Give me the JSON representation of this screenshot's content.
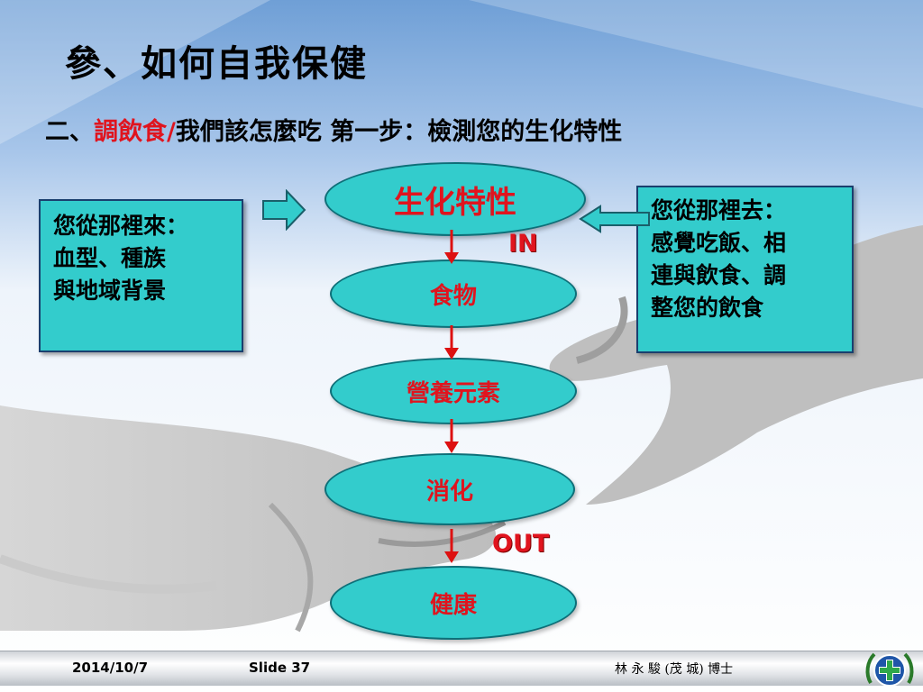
{
  "slide": {
    "title": "參、如何自我保健",
    "subtitle": {
      "prefix": "二、",
      "highlight": "調飲食/",
      "rest": "我們該怎麼吃  第一步：檢測您的生化特性"
    },
    "left_box": {
      "lines": [
        "您從那裡來：",
        "血型、種族",
        "與地域背景"
      ]
    },
    "right_box": {
      "lines": [
        "您從那裡去：",
        "感覺吃飯、相",
        "連與飲食、調",
        "整您的飲食"
      ]
    },
    "flow": [
      {
        "label": "生化特性"
      },
      {
        "label": "食物"
      },
      {
        "label": "營養元素"
      },
      {
        "label": "消化"
      },
      {
        "label": "健康"
      }
    ],
    "tags": {
      "in": "IN",
      "out": "OUT"
    },
    "footer": {
      "date": "2014/10/7",
      "slide": "Slide 37",
      "author": "林 永 駿 (茂 城) 博士"
    }
  },
  "colors": {
    "accent_red": "#e0141e",
    "shape_fill": "#33cccc",
    "shape_border": "#0e6f78",
    "box_border": "#1a3f6e",
    "sky_top": "#6f9fd6"
  },
  "icons": [
    "right-arrow-icon",
    "left-arrow-icon",
    "down-arrow-icon",
    "emblem-icon"
  ]
}
